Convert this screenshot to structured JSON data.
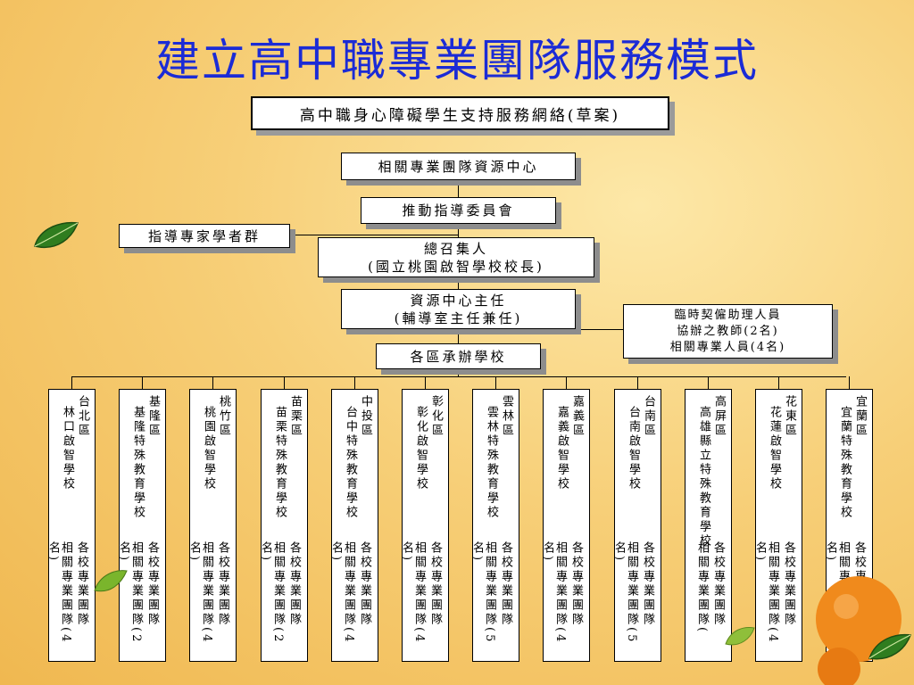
{
  "title": "建立高中職專業團隊服務模式",
  "draft_title": "高中職身心障礙學生支持服務網絡(草案)",
  "nodes": {
    "resource_center": "相關專業團隊資源中心",
    "steering_committee": "推動指導委員會",
    "experts": "指導專家學者群",
    "convener_line1": "總召集人",
    "convener_line2": "(國立桃園啟智學校校長)",
    "director_line1": "資源中心主任",
    "director_line2": "(輔導室主任兼任)",
    "temp_line1": "臨時契僱助理人員",
    "temp_line2": "協辦之教師(2名)",
    "temp_line3": "相關專業人員(4名)",
    "host_schools": "各區承辦學校"
  },
  "regions": [
    {
      "region": "台北區",
      "school": "林口啟智學校",
      "team": "各校專業團隊",
      "count": "相關專業團隊(4名)"
    },
    {
      "region": "基隆區",
      "school": "基隆特殊教育學校",
      "team": "各校專業團隊",
      "count": "相關專業團隊(2名)"
    },
    {
      "region": "桃竹區",
      "school": "桃園啟智學校",
      "team": "各校專業團隊",
      "count": "相關專業團隊(4名)"
    },
    {
      "region": "苗栗區",
      "school": "苗栗特殊教育學校",
      "team": "各校專業團隊",
      "count": "相關專業團隊(2名)"
    },
    {
      "region": "中投區",
      "school": "台中特殊教育學校",
      "team": "各校專業團隊",
      "count": "相關專業團隊(4名)"
    },
    {
      "region": "彰化區",
      "school": "彰化啟智學校",
      "team": "各校專業團隊",
      "count": "相關專業團隊(4名)"
    },
    {
      "region": "雲林區",
      "school": "雲林特殊教育學校",
      "team": "各校專業團隊",
      "count": "相關專業團隊(5名)"
    },
    {
      "region": "嘉義區",
      "school": "嘉義啟智學校",
      "team": "各校專業團隊",
      "count": "相關專業團隊(4名)"
    },
    {
      "region": "台南區",
      "school": "台南啟智學校",
      "team": "各校專業團隊",
      "count": "相關專業團隊(5名)"
    },
    {
      "region": "高屏區",
      "school": "高雄縣立特殊教育學校",
      "team": "各校專業團隊",
      "count": "相關專業團隊("
    },
    {
      "region": "花東區",
      "school": "花蓮啟智學校",
      "team": "各校專業團隊",
      "count": "相關專業團隊(4名)"
    },
    {
      "region": "宜蘭區",
      "school": "宜蘭特殊教育學校",
      "team": "各校專業團隊",
      "count": "相關專業團隊(3名)"
    }
  ],
  "colors": {
    "title": "#1b2bd6",
    "leaf": "#2f7d1f"
  },
  "icons": [
    "leaf-icon",
    "orange-fruit-icon"
  ]
}
